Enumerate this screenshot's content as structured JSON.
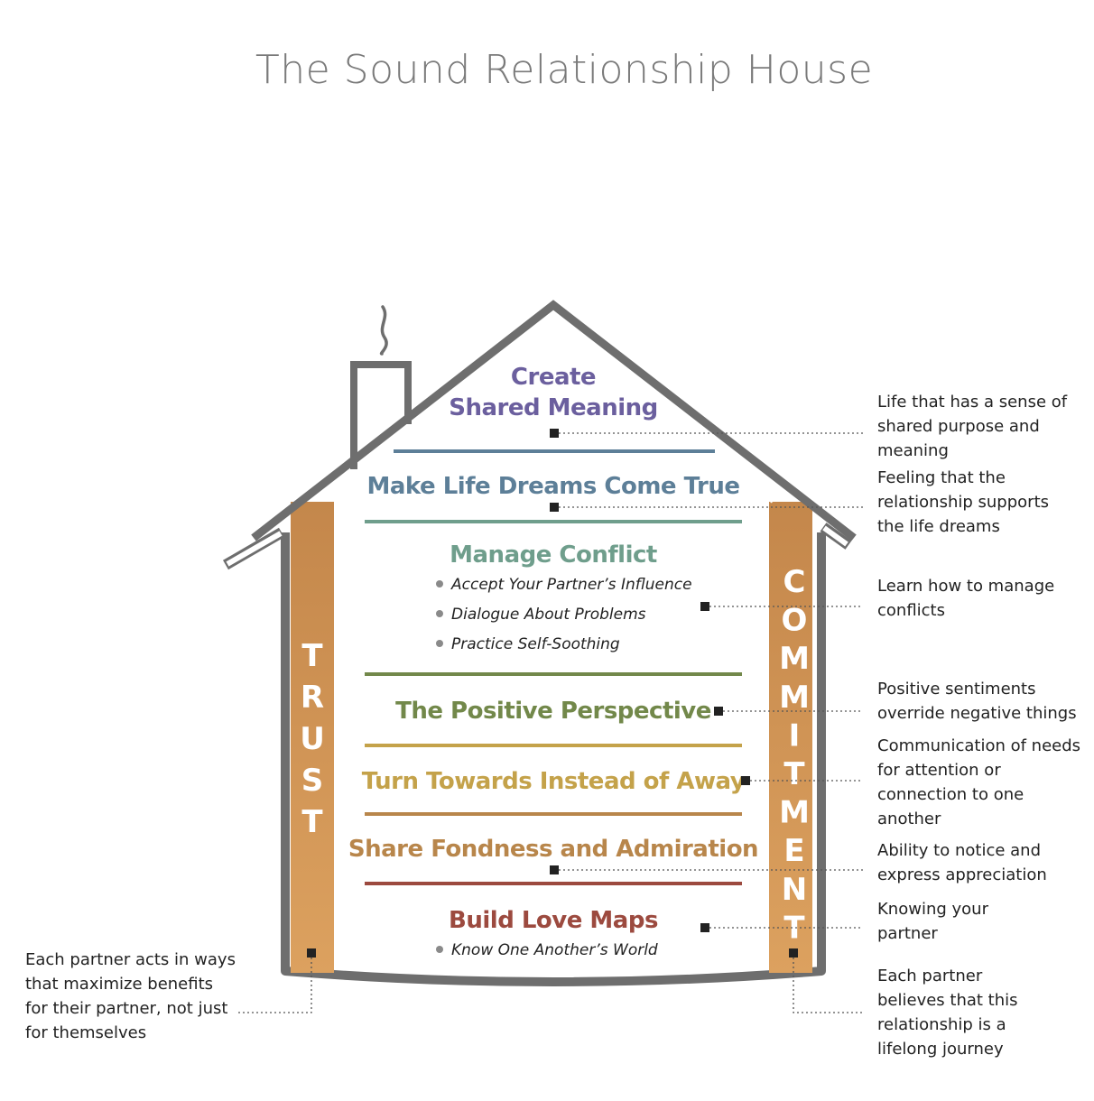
{
  "title": "The Sound Relationship House",
  "colors": {
    "roof": "#6e6e6e",
    "pillar_light": "#dca15f",
    "pillar_dark": "#c4874b",
    "create": "#6b5f9e",
    "dreams": "#5d7f98",
    "conflict": "#6f9e8c",
    "positive": "#72884a",
    "turn": "#c4a24a",
    "fondness": "#b8864b",
    "lovemaps": "#9c4a3f"
  },
  "pillars": {
    "left": "TRUST",
    "right": "COMMITMENT"
  },
  "floors": {
    "create": {
      "line1": "Create",
      "line2": "Shared Meaning"
    },
    "dreams": {
      "label": "Make Life Dreams Come True"
    },
    "conflict": {
      "label": "Manage Conflict",
      "bullets": [
        "Accept Your Partner’s Influence",
        "Dialogue About Problems",
        "Practice Self-Soothing"
      ]
    },
    "positive": {
      "label": "The Positive Perspective"
    },
    "turn": {
      "label": "Turn Towards Instead of Away"
    },
    "fondness": {
      "label": "Share Fondness and Admiration"
    },
    "lovemaps": {
      "label": "Build Love Maps",
      "bullets": [
        "Know One Another’s World"
      ]
    }
  },
  "notes": {
    "create": "Life that has a sense of\nshared purpose and\nmeaning",
    "dreams": "Feeling that the\nrelationship supports\nthe life dreams",
    "conflict": "Learn how to manage\nconflicts",
    "positive": "Positive sentiments\noverride negative things",
    "turn": "Communication of needs\nfor attention or\nconnection to one\nanother",
    "fondness": "Ability to notice and\nexpress appreciation",
    "lovemaps": "Knowing your\npartner",
    "trust": "Each partner acts in ways\nthat maximize benefits\nfor their partner, not just\nfor themselves",
    "commitment": "Each partner\nbelieves that this\nrelationship is a\nlifelong journey"
  }
}
